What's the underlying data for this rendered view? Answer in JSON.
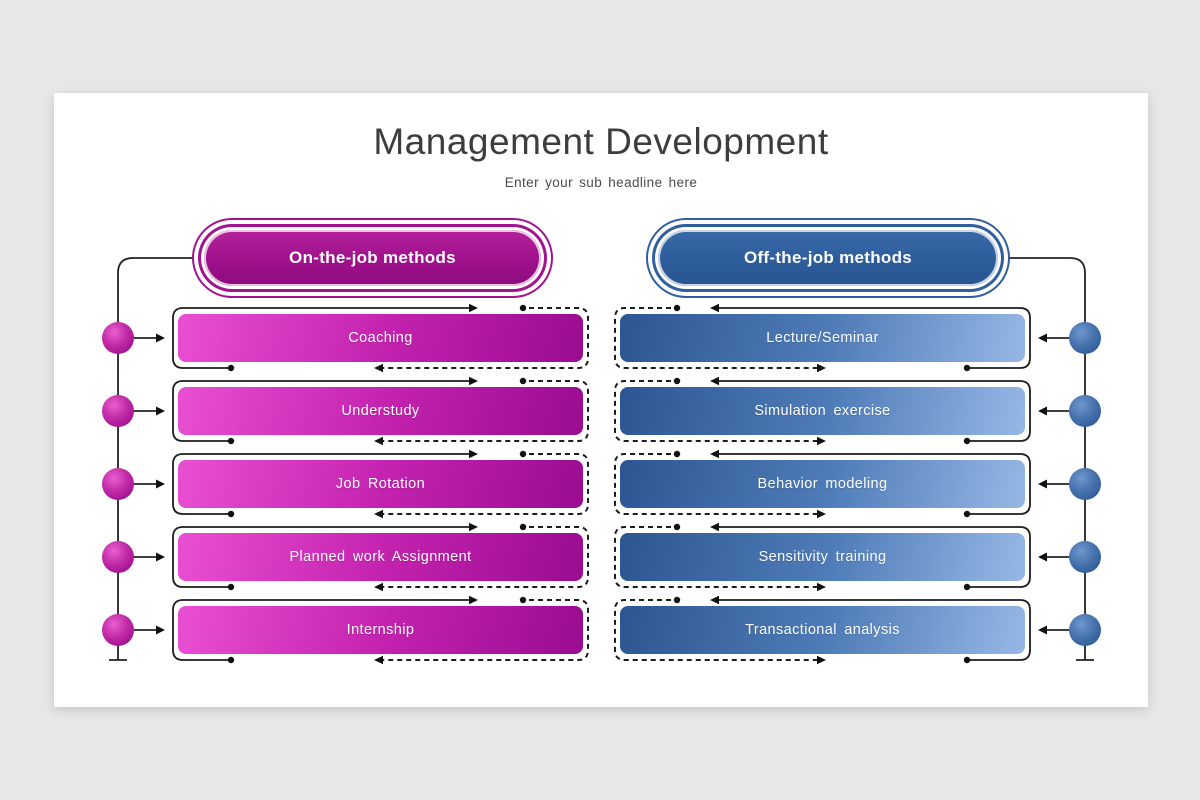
{
  "title": "Management Development",
  "subtitle": "Enter your sub headline here",
  "columns": [
    {
      "header": "On-the-job methods",
      "items": [
        "Coaching",
        "Understudy",
        "Job Rotation",
        "Planned work Assignment",
        "Internship"
      ]
    },
    {
      "header": "Off-the-job methods",
      "items": [
        "Lecture/Seminar",
        "Simulation exercise",
        "Behavior modeling",
        "Sensitivity training",
        "Transactional analysis"
      ]
    }
  ],
  "colors": {
    "background": "#e7e7e7",
    "slide": "#ffffff",
    "title-text": "#3d3d3d",
    "subtitle-text": "#4b4b4b",
    "line": "#1c1c1c",
    "pink-accent": "#a3138f",
    "pink-light": "#e94fd3",
    "pink-mid": "#c322ae",
    "pink-dark": "#990c90",
    "blue-accent": "#2f5f9e",
    "blue-dark": "#2c5692",
    "blue-mid": "#4f7cb8",
    "blue-light": "#97b8e6"
  }
}
